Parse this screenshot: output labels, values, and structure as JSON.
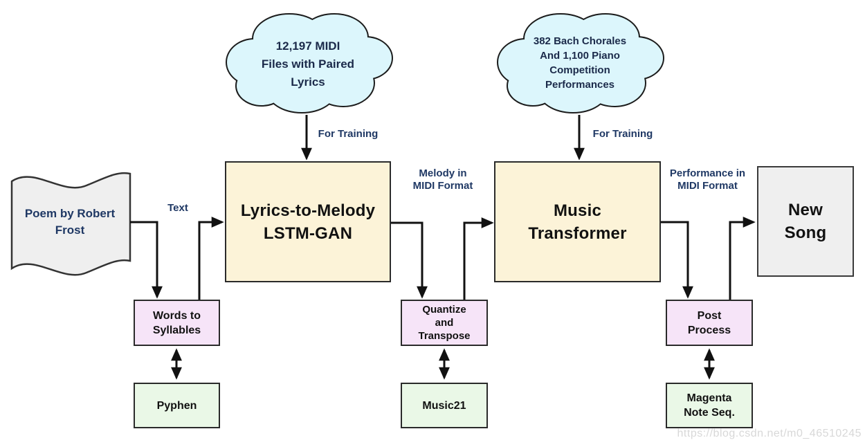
{
  "diagram": {
    "clouds": [
      {
        "name": "midi-files-cloud",
        "lines": [
          "12,197 MIDI",
          "Files with Paired",
          "Lyrics"
        ],
        "training_label": "For Training"
      },
      {
        "name": "bach-chorales-cloud",
        "lines": [
          "382 Bach Chorales",
          "And 1,100 Piano",
          "Competition",
          "Performances"
        ],
        "training_label": "For Training"
      }
    ],
    "nodes": {
      "poem": {
        "lines": [
          "Poem by Robert",
          "Frost"
        ]
      },
      "lstm_gan": {
        "lines": [
          "Lyrics-to-Melody",
          "LSTM-GAN"
        ]
      },
      "music_transformer": {
        "lines": [
          "Music",
          "Transformer"
        ]
      },
      "new_song": {
        "lines": [
          "New",
          "Song"
        ]
      },
      "words_to_syllables": {
        "lines": [
          "Words to",
          "Syllables"
        ]
      },
      "quantize_transpose": {
        "lines": [
          "Quantize",
          "and",
          "Transpose"
        ]
      },
      "post_process": {
        "lines": [
          "Post",
          "Process"
        ]
      },
      "pyphen": {
        "label": "Pyphen"
      },
      "music21": {
        "label": "Music21"
      },
      "magenta": {
        "lines": [
          "Magenta",
          "Note Seq."
        ]
      }
    },
    "edge_labels": {
      "text": "Text",
      "melody": {
        "lines": [
          "Melody in",
          "MIDI Format"
        ]
      },
      "performance": {
        "lines": [
          "Performance in",
          "MIDI Format"
        ]
      }
    },
    "watermark": "https://blog.csdn.net/m0_46510245",
    "colors": {
      "cloud_fill": "#DCF6FC",
      "process_fill": "#FCF3D8",
      "intermediate_fill": "#F6E4F8",
      "library_fill": "#EAF8E7",
      "document_fill": "#EFEFEF",
      "label_text": "#1F3864",
      "box_text": "#111111",
      "line": "#111111",
      "watermark_text": "#D8D8D8"
    }
  }
}
